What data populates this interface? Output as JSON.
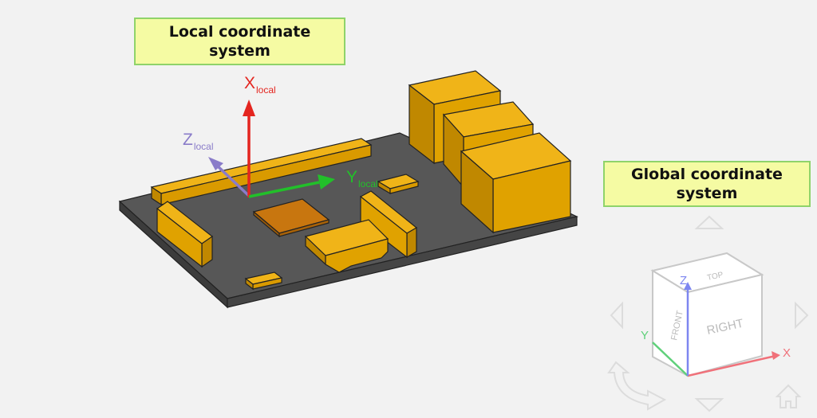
{
  "local_callout": {
    "text": "Local coordinate\nsystem"
  },
  "global_callout": {
    "text": "Global coordinate\nsystem"
  },
  "local_axes": {
    "x": {
      "letter": "X",
      "sub": "local",
      "color": "#e4251f"
    },
    "y": {
      "letter": "Y",
      "sub": "local",
      "color": "#22c02a"
    },
    "z": {
      "letter": "Z",
      "sub": "local",
      "color": "#8a7cc9"
    }
  },
  "view_cube": {
    "faces": {
      "top": "TOP",
      "front": "FRONT",
      "right": "RIGHT"
    },
    "axes": {
      "x": "X",
      "y": "Y",
      "z": "Z"
    },
    "axis_colors": {
      "x": "#f0717a",
      "y": "#5fd07a",
      "z": "#7d86f0"
    }
  },
  "colors": {
    "board": "#555555",
    "component": "#e6a500",
    "chip": "#c8760f",
    "callout_fill": "#f5fba3",
    "callout_border": "#8fd36a"
  }
}
